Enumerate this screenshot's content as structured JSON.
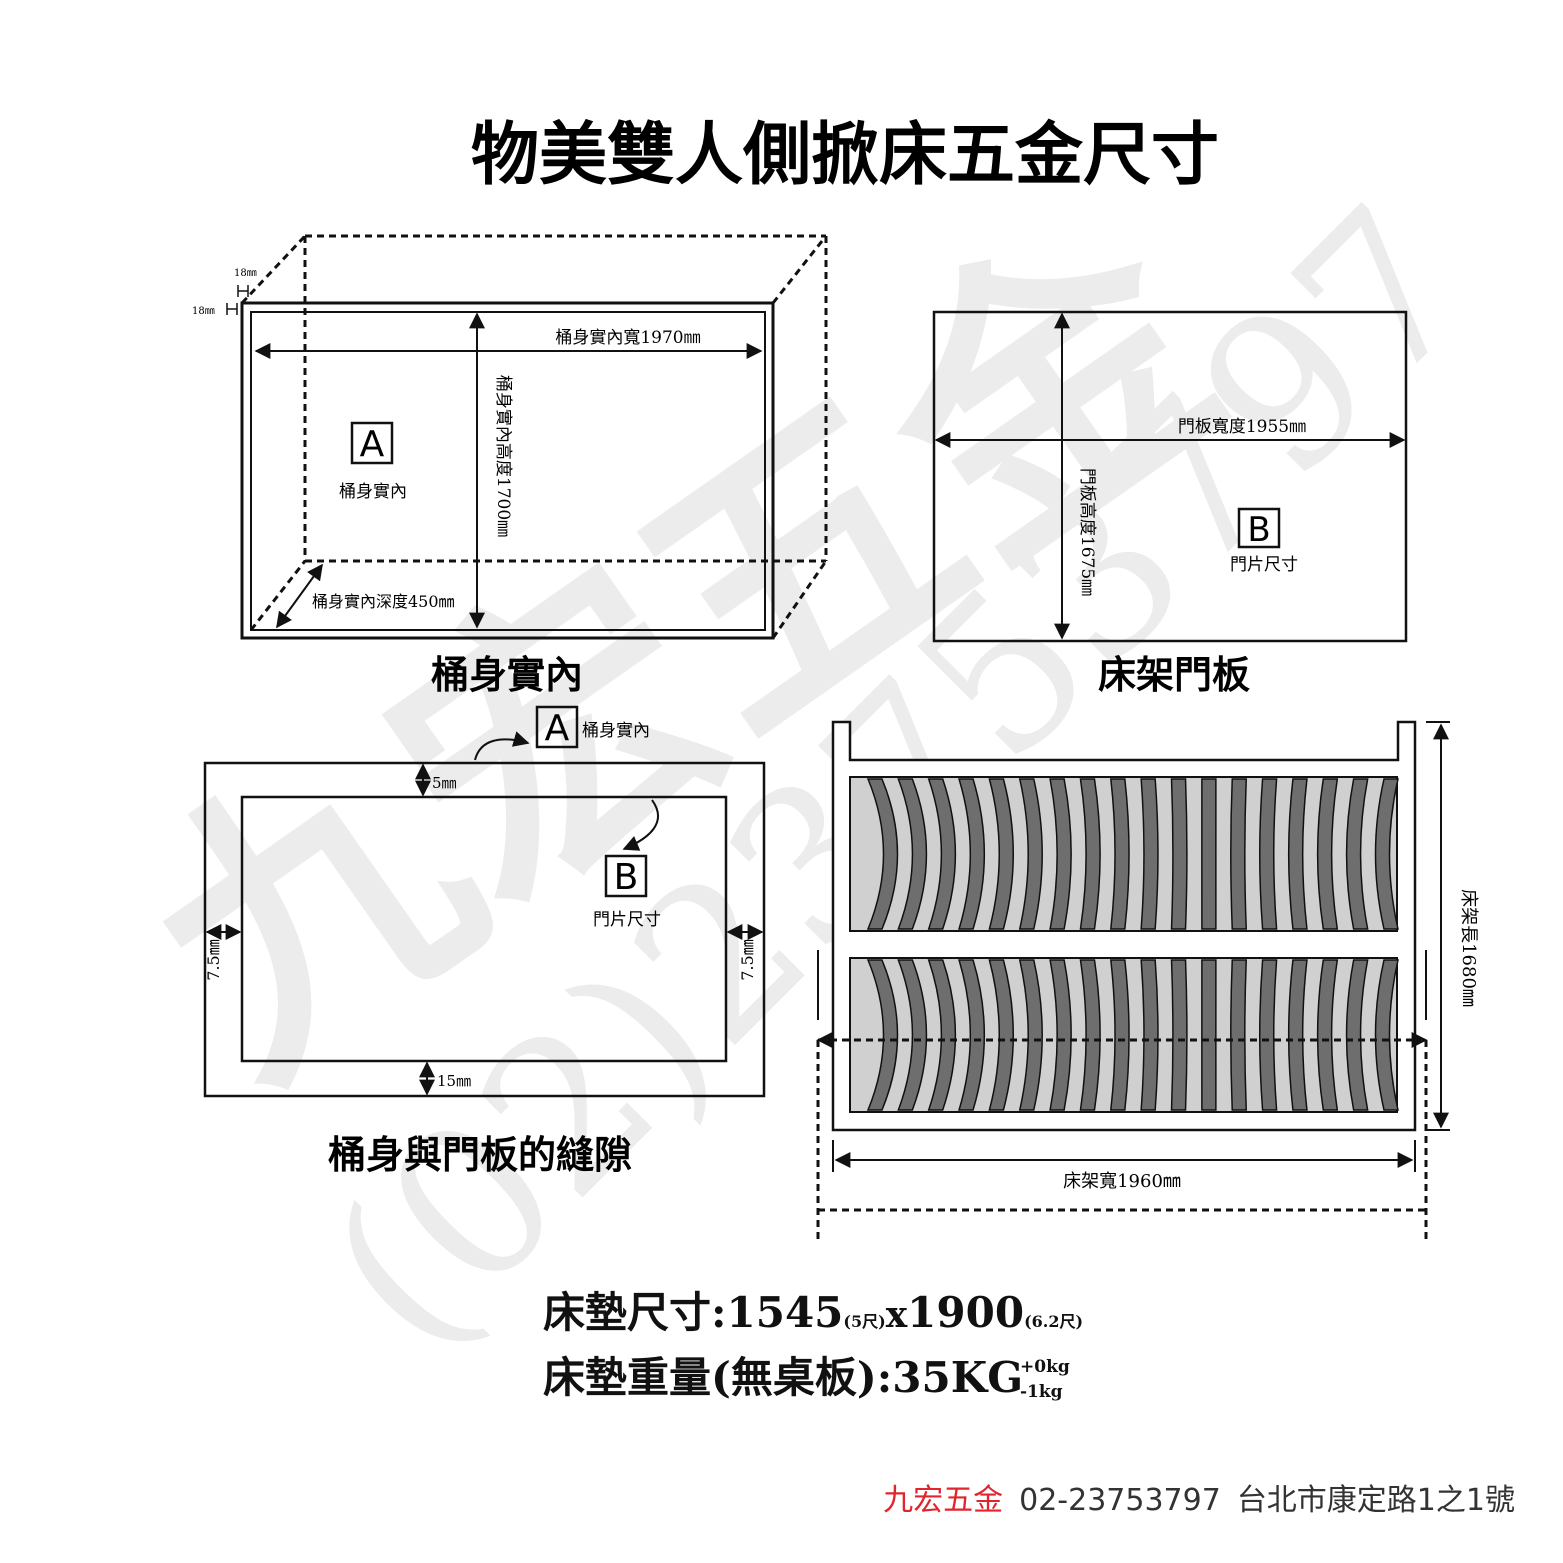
{
  "page": {
    "title": "物美雙人側掀床五金尺寸",
    "watermark": {
      "shop": "九宏五金",
      "phone": "(02)23753797"
    },
    "footer": {
      "shop": "九宏五金",
      "phone": "02-23753797",
      "address": "台北市康定路1之1號",
      "shop_color": "#e0262c",
      "text_color": "#333333"
    }
  },
  "box_diagram": {
    "caption": "桶身實內",
    "board_top": "18㎜",
    "board_side": "18㎜",
    "width_label": "桶身實內寬1970㎜",
    "height_label": "桶身實內高度1700㎜",
    "depth_label": "桶身實內深度450㎜",
    "marker": "A",
    "marker_label": "桶身實內"
  },
  "door_diagram": {
    "caption": "床架門板",
    "width_label": "門板寬度1955㎜",
    "height_label": "門板高度1675㎜",
    "marker": "B",
    "marker_label": "門片尺寸"
  },
  "gap_diagram": {
    "caption": "桶身與門板的縫隙",
    "outer_marker": "A",
    "outer_label": "桶身實內",
    "inner_marker": "B",
    "inner_label": "門片尺寸",
    "gap_top": "5㎜",
    "gap_left": "7.5㎜",
    "gap_right": "7.5㎜",
    "gap_bottom": "15㎜"
  },
  "frame_diagram": {
    "width_label": "床架寬1960㎜",
    "length_label": "床架長1680㎜",
    "slats_per_row": 18
  },
  "specs": {
    "size_prefix": "床墊尺寸:",
    "size_a": "1545",
    "size_a_note": "(5尺)",
    "size_sep": "x",
    "size_b": "1900",
    "size_b_note": "(6.2尺)",
    "weight_prefix": "床墊重量(無桌板):",
    "weight_value": "35KG",
    "weight_plus": "+0kg",
    "weight_minus": "-1kg"
  }
}
